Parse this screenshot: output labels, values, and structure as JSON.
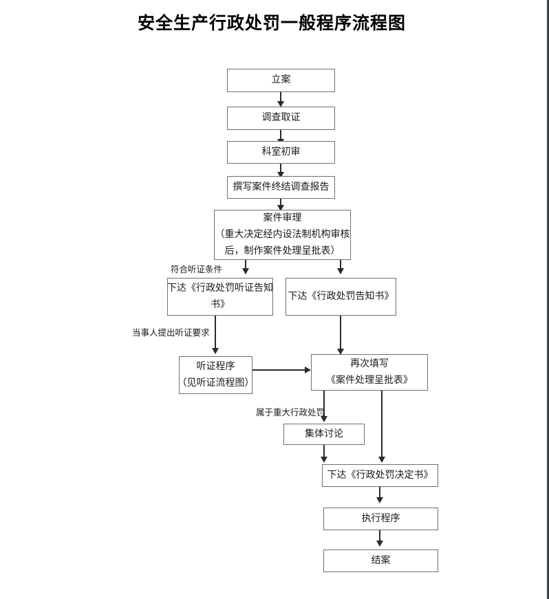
{
  "document": {
    "title": "安全生产行政处罚一般程序流程图"
  },
  "flowchart": {
    "type": "flowchart",
    "orientation": "top-to-bottom",
    "nodes": [
      {
        "id": "n1",
        "label": "立案",
        "lines": [
          "立案"
        ]
      },
      {
        "id": "n2",
        "label": "调查取证",
        "lines": [
          "调查取证"
        ]
      },
      {
        "id": "n3",
        "label": "科室初审",
        "lines": [
          "科室初审"
        ]
      },
      {
        "id": "n4",
        "label": "撰写案件终结调查报告",
        "lines": [
          "撰写案件终结调查报告"
        ]
      },
      {
        "id": "n5",
        "label": "案件审理（重大决定经内设法制机构审核后，制作案件处理呈批表）",
        "lines": [
          "案件审理",
          "（重大决定经内设法制机构审核",
          "后，制作案件处理呈批表）"
        ]
      },
      {
        "id": "n6",
        "label": "下达《行政处罚听证告知书》",
        "lines": [
          "下达《行政处罚听证告知",
          "书》"
        ]
      },
      {
        "id": "n7",
        "label": "下达《行政处罚告知书》",
        "lines": [
          "下达《行政处罚告知书》"
        ]
      },
      {
        "id": "n8",
        "label": "听证程序（见听证流程图）",
        "lines": [
          "听证程序",
          "（见听证流程图）"
        ]
      },
      {
        "id": "n9",
        "label": "再次填写《案件处理呈批表》",
        "lines": [
          "再次填写",
          "《案件处理呈批表》"
        ]
      },
      {
        "id": "n10",
        "label": "集体讨论",
        "lines": [
          "集体讨论"
        ]
      },
      {
        "id": "n11",
        "label": "下达《行政处罚决定书》",
        "lines": [
          "下达《行政处罚决定书》"
        ]
      },
      {
        "id": "n12",
        "label": "执行程序",
        "lines": [
          "执行程序"
        ]
      },
      {
        "id": "n13",
        "label": "结案",
        "lines": [
          "结案"
        ]
      }
    ],
    "edge_labels": [
      {
        "id": "el1",
        "text": "符合听证条件"
      },
      {
        "id": "el2",
        "text": "当事人提出听证要求"
      },
      {
        "id": "el3",
        "text": "属于重大行政处罚"
      }
    ],
    "edges": [
      {
        "from": "n1",
        "to": "n2",
        "label": ""
      },
      {
        "from": "n2",
        "to": "n3",
        "label": ""
      },
      {
        "from": "n3",
        "to": "n4",
        "label": ""
      },
      {
        "from": "n4",
        "to": "n5",
        "label": ""
      },
      {
        "from": "n5",
        "to": "n6",
        "label": "符合听证条件"
      },
      {
        "from": "n5",
        "to": "n7",
        "label": ""
      },
      {
        "from": "n6",
        "to": "n8",
        "label": "当事人提出听证要求"
      },
      {
        "from": "n7",
        "to": "n9",
        "label": ""
      },
      {
        "from": "n8",
        "to": "n9",
        "label": ""
      },
      {
        "from": "n9",
        "to": "n10",
        "label": "属于重大行政处罚"
      },
      {
        "from": "n9",
        "to": "n11",
        "label": ""
      },
      {
        "from": "n10",
        "to": "n11",
        "label": ""
      },
      {
        "from": "n11",
        "to": "n12",
        "label": ""
      },
      {
        "from": "n12",
        "to": "n13",
        "label": ""
      }
    ],
    "colors": {
      "box_border": "#6f6f6f",
      "connector": "#2b2b2b",
      "text": "#1a1a1a",
      "background": "#ffffff"
    }
  }
}
